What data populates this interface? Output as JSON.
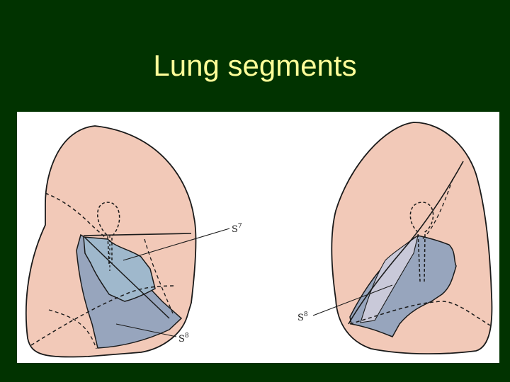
{
  "title": "Lung segments",
  "colors": {
    "background": "#013300",
    "title": "#FFFF99",
    "lung_fill": "#F2C9B8",
    "segment_s7": "#9FB8CC",
    "segment_s8": "#97A5BD",
    "outline": "#1a1a1a"
  },
  "figure": {
    "left_lung": {
      "labels": [
        {
          "base": "S",
          "sup": "7"
        },
        {
          "base": "S",
          "sup": "8"
        }
      ]
    },
    "right_lung": {
      "labels": [
        {
          "base": "S",
          "sup": "8"
        }
      ]
    }
  }
}
